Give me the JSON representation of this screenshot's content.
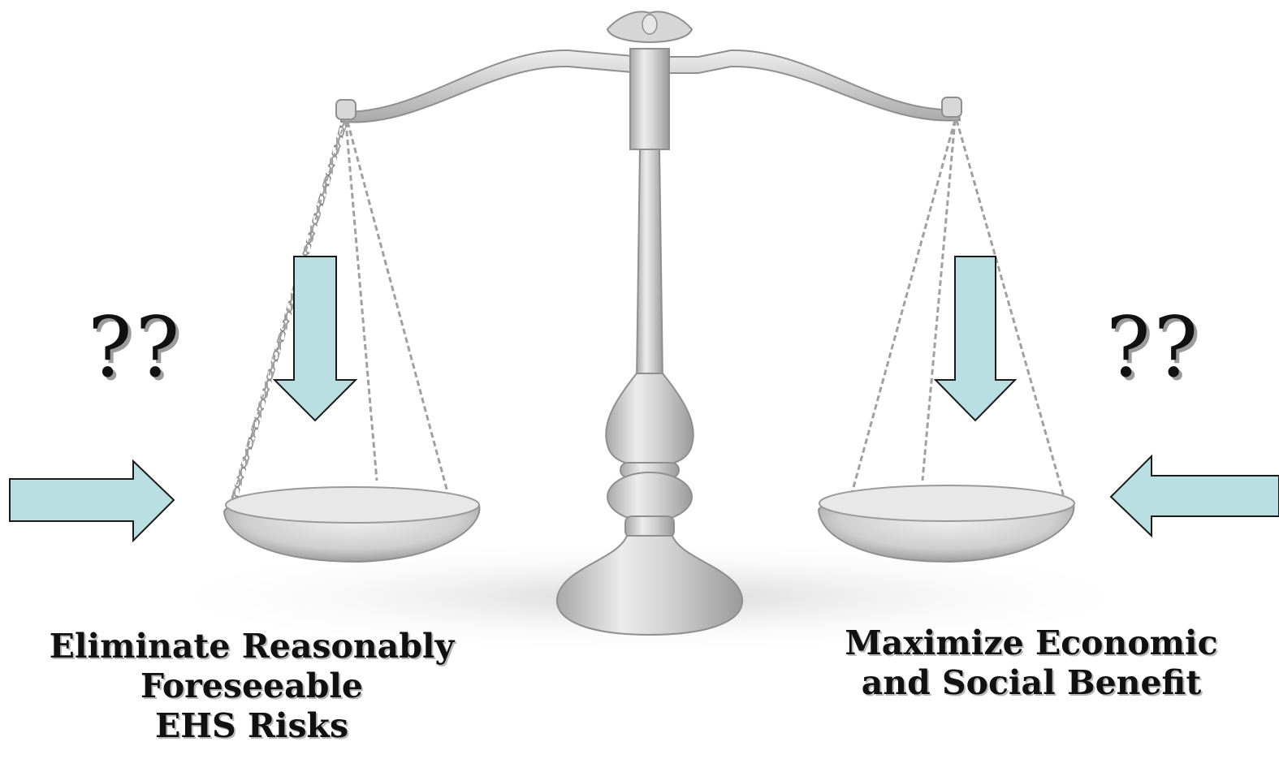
{
  "left": {
    "question": "??",
    "caption_lines": [
      "Eliminate Reasonably",
      "Foreseeable",
      "EHS Risks"
    ]
  },
  "right": {
    "question": "??",
    "caption_lines": [
      "Maximize Economic",
      "and Social Benefit"
    ]
  },
  "colors": {
    "arrow_fill": "#b9dfe2",
    "arrow_stroke": "#1a1a1a",
    "scale_metal": "#d4d4d4",
    "text": "#111111"
  },
  "icons": {
    "scale": "balance-scale-icon",
    "down_arrow": "down-arrow-icon",
    "right_arrow": "right-arrow-icon",
    "left_arrow": "left-arrow-icon"
  }
}
